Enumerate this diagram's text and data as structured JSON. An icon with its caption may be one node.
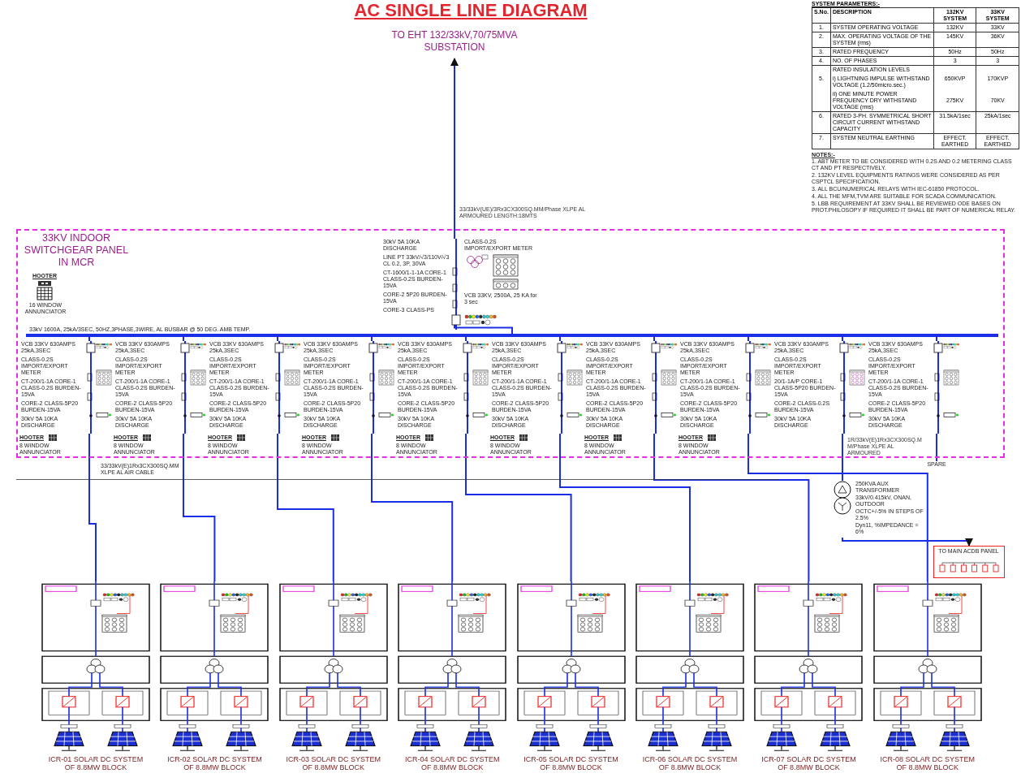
{
  "diagram": {
    "title": "AC SINGLE LINE DIAGRAM",
    "nodes": [
      {
        "text": [
          "TO EHT 132/33kV,70/75MVA SUBSTATION"
        ]
      },
      {
        "text": [
          "33KV INDOOR SWITCHGEAR PANEL IN MCR"
        ]
      },
      {
        "text": [
          "30kV 5A 10KA DISCHARGE",
          "LINE PT 33kV/√3/110V/√3 CL 0.2, 3P, 30VA",
          "CT-1600/1-1-1A CORE-1 CLASS-0.2S BURDEN-15VA",
          "CORE-2 5P20 BURDEN-15VA",
          "CORE-3 CLASS-PS",
          "CLASS-0.2S IMPORT/EXPORT METER",
          "VCB 33KV, 2500A, 25 KA for 3 sec"
        ],
        "in": 1
      },
      {
        "text": [
          "33kV 1600A, 25kA/3SEC, 50HZ,3PHASE,3WIRE, AL BUSBAR @ 50 DEG. AMB TEMP."
        ],
        "in": 1
      },
      {
        "text": [
          "VCB 33KV 630AMPS 25kA,3SEC",
          "CLASS-0.2S IMPORT/EXPORT METER",
          "CT-200/1-1A CORE-1 CLASS-0.2S BURDEN-15VA",
          "CORE-2 CLASS-5P20 BURDEN-15VA",
          "30kV 5A 10KA DISCHARGE"
        ],
        "in": 1
      },
      {
        "text": [
          "VCB 33KV 630AMPS 25kA,3SEC",
          "CLASS-0.2S IMPORT/EXPORT METER",
          "CT-200/1-1A CORE-1 CLASS-0.2S BURDEN-15VA",
          "CORE-2 CLASS-5P20 BURDEN-15VA",
          "30kV 5A 10KA DISCHARGE"
        ],
        "in": 1
      },
      {
        "text": [
          "VCB 33KV 630AMPS 25kA,3SEC",
          "CLASS-0.2S IMPORT/EXPORT METER",
          "CT-200/1-1A CORE-1 CLASS-0.2S BURDEN-15VA",
          "CORE-2 CLASS-5P20 BURDEN-15VA",
          "30kV 5A 10KA DISCHARGE"
        ],
        "in": 1
      },
      {
        "text": [
          "VCB 33KV 630AMPS 25kA,3SEC",
          "CLASS-0.2S IMPORT/EXPORT METER",
          "CT-200/1-1A CORE-1 CLASS-0.2S BURDEN-15VA",
          "CORE-2 CLASS-5P20 BURDEN-15VA",
          "30kV 5A 10KA DISCHARGE"
        ],
        "in": 1
      },
      {
        "text": [
          "VCB 33KV 630AMPS 25kA,3SEC",
          "CLASS-0.2S IMPORT/EXPORT METER",
          "CT-200/1-1A CORE-1 CLASS-0.2S BURDEN-15VA",
          "CORE-2 CLASS-5P20 BURDEN-15VA",
          "30kV 5A 10KA DISCHARGE"
        ],
        "in": 1
      },
      {
        "text": [
          "VCB 33KV 630AMPS 25kA,3SEC",
          "CLASS-0.2S IMPORT/EXPORT METER",
          "CT-200/1-1A CORE-1 CLASS-0.2S BURDEN-15VA",
          "CORE-2 CLASS-5P20 BURDEN-15VA",
          "30kV 5A 10KA DISCHARGE"
        ],
        "in": 1
      },
      {
        "text": [
          "VCB 33KV 630AMPS 25kA,3SEC",
          "CLASS-0.2S IMPORT/EXPORT METER",
          "CT-200/1-1A CORE-1 CLASS-0.2S BURDEN-15VA",
          "CORE-2 CLASS-5P20 BURDEN-15VA",
          "30kV 5A 10KA DISCHARGE"
        ],
        "in": 1
      },
      {
        "text": [
          "VCB 33KV 630AMPS 25kA,3SEC",
          "CLASS-0.2S IMPORT/EXPORT METER",
          "CT-200/1-1A CORE-1 CLASS-0.2S BURDEN-15VA",
          "CORE-2 CLASS-5P20 BURDEN-15VA",
          "30kV 5A 10KA DISCHARGE"
        ],
        "in": 1
      },
      {
        "text": [
          "VCB 33KV 630AMPS 25kA,3SEC",
          "CLASS-0.2S IMPORT/EXPORT METER",
          "20/1-1A/P CORE-1 CLASS-5P20 BURDEN-15VA",
          "CORE-2 CLASS-0.2S BURDEN-15VA",
          "30kV 5A 10KA DISCHARGE"
        ],
        "in": 1
      },
      {
        "text": [
          "VCB 33KV 630AMPS 25kA,3SEC",
          "CLASS-0.2S IMPORT/EXPORT METER",
          "CT-200/1-1A CORE-1 CLASS-0.2S BURDEN-15VA",
          "CORE-2 CLASS-5P20 BURDEN-15VA",
          "30kV 5A 10KA DISCHARGE"
        ],
        "in": 1
      },
      {
        "text": [
          "250KVA AUX TRANSFORMER",
          "33kV/0.415kV, ONAN, OUTDOOR",
          "OCTC+/-5% IN STEPS OF 2.5%",
          "Dyn11, %IMPEDANCE = 6%"
        ]
      },
      {
        "text": [
          "TO MAIN ACDB PANEL"
        ]
      },
      {
        "text": [
          "SPARE"
        ]
      },
      {
        "text": [
          "ICR-01 SOLAR DC SYSTEM OF 8.8MW BLOCK"
        ]
      },
      {
        "text": [
          "ICR-02 SOLAR DC SYSTEM OF 8.8MW BLOCK"
        ]
      },
      {
        "text": [
          "ICR-03 SOLAR DC SYSTEM OF 8.8MW BLOCK"
        ]
      },
      {
        "text": [
          "ICR-04 SOLAR DC SYSTEM OF 8.8MW BLOCK"
        ]
      },
      {
        "text": [
          "ICR-05 SOLAR DC SYSTEM OF 8.8MW BLOCK"
        ]
      },
      {
        "text": [
          "ICR-06 SOLAR DC SYSTEM OF 8.8MW BLOCK"
        ]
      },
      {
        "text": [
          "ICR-07 SOLAR DC SYSTEM OF 8.8MW BLOCK"
        ]
      },
      {
        "text": [
          "ICR-08 SOLAR DC SYSTEM OF 8.8MW BLOCK"
        ]
      }
    ],
    "edges": [
      {
        "from": 2,
        "to": 0,
        "arrow": "to",
        "label": "33/33kV(UE)/3Rx3CX300SQ.MM/Phase XLPE AL ARMOURED LENGTH:18MTS"
      },
      {
        "from": 2,
        "to": 3,
        "arrow": "none"
      },
      {
        "from": 3,
        "to": 4,
        "arrow": "none"
      },
      {
        "from": 3,
        "to": 5,
        "arrow": "none"
      },
      {
        "from": 3,
        "to": 6,
        "arrow": "none"
      },
      {
        "from": 3,
        "to": 7,
        "arrow": "none"
      },
      {
        "from": 3,
        "to": 8,
        "arrow": "none"
      },
      {
        "from": 3,
        "to": 9,
        "arrow": "none"
      },
      {
        "from": 3,
        "to": 10,
        "arrow": "none"
      },
      {
        "from": 3,
        "to": 11,
        "arrow": "none"
      },
      {
        "from": 3,
        "to": 12,
        "arrow": "none"
      },
      {
        "from": 3,
        "to": 13,
        "arrow": "none"
      },
      {
        "from": 4,
        "to": 17,
        "arrow": "none"
      },
      {
        "from": 5,
        "to": 18,
        "arrow": "none"
      },
      {
        "from": 6,
        "to": 19,
        "arrow": "none"
      },
      {
        "from": 7,
        "to": 20,
        "arrow": "none"
      },
      {
        "from": 8,
        "to": 21,
        "arrow": "none"
      },
      {
        "from": 9,
        "to": 22,
        "arrow": "none"
      },
      {
        "from": 10,
        "to": 23,
        "arrow": "none"
      },
      {
        "from": 11,
        "to": 24,
        "arrow": "none"
      },
      {
        "from": 12,
        "to": 14,
        "arrow": "none",
        "label": "1R/33kV(E)1Rx3CX300SQ.MM/Phase XLPE AL ARMOURED"
      },
      {
        "from": 14,
        "to": 15,
        "arrow": "to"
      },
      {
        "from": 13,
        "to": 16,
        "arrow": "none"
      }
    ],
    "labels": [
      "SYSTEM PARAMETERS:-",
      "S.No.",
      "DESCRIPTION",
      "132KV SYSTEM",
      "33KV SYSTEM",
      "1.",
      "SYSTEM OPERATING VOLTAGE",
      "132KV",
      "33KV",
      "2.",
      "MAX. OPERATING VOLTAGE OF THE SYSTEM (rms)",
      "145KV",
      "36KV",
      "3.",
      "RATED FREQUENCY",
      "50Hz",
      "50Hz",
      "4.",
      "NO. OF PHASES",
      "3",
      "3",
      "5.",
      "RATED INSULATION LEVELS",
      "i) LIGHTNING IMPULSE WITHSTAND VOLTAGE (1.2/50micro.sec.)",
      "650KVP",
      "170KVP",
      "ii) ONE MINUTE POWER FREQUENCY DRY WITHSTAND VOLTAGE (rms)",
      "275KV",
      "70KV",
      "6.",
      "RATED 3-PH. SYMMETRICAL SHORT CIRCUIT CURRENT WITHSTAND CAPACITY",
      "31.5kA/1sec",
      "25kA/1sec",
      "7.",
      "SYSTEM NEUTRAL EARTHING",
      "EFFECT. EARTHED",
      "EFFECT. EARTHED",
      "NOTES:-",
      "1. ABT METER TO BE CONSIDERED WITH 0.2S AND 0.2 METERING CLASS CT AND PT RESPECTIVELY.",
      "2. 132KV LEVEL EQUIPMENTS RATINGS WERE CONSIDERED AS PER CSPTCL SPECIFICATION.",
      "3. ALL BCU/NUMERICAL RELAYS WITH IEC-61850 PROTOCOL.",
      "4. ALL THE MFM,TVM ARE SUITABLE FOR SCADA COMMUNICATION.",
      "5. LBB REQUIREMENT AT 33KV SHALL BE REVIEWED ODE BASES ON PROT.PHILOSOPY IF REQUIRED IT SHALL BE PART OF NUMERICAL RELAY.",
      "HOOTER",
      "16 WINDOW ANNUNCIATOR",
      "33/33kV(E)1Rx3CX300SQ.MM XLPE AL AIR CABLE",
      "HOOTER",
      "8 WINDOW ANNUNCIATOR",
      "HOOTER",
      "8 WINDOW ANNUNCIATOR",
      "HOOTER",
      "8 WINDOW ANNUNCIATOR",
      "HOOTER",
      "8 WINDOW ANNUNCIATOR",
      "HOOTER",
      "8 WINDOW ANNUNCIATOR",
      "HOOTER",
      "8 WINDOW ANNUNCIATOR",
      "HOOTER",
      "8 WINDOW ANNUNCIATOR",
      "HOOTER",
      "8 WINDOW ANNUNCIATOR"
    ]
  }
}
